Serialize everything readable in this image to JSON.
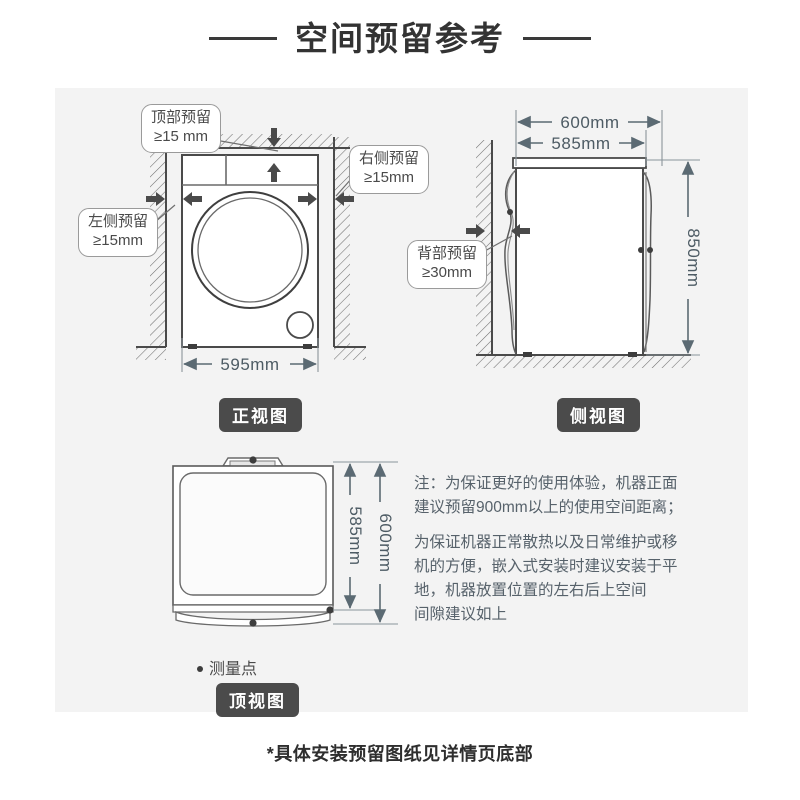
{
  "header": {
    "title": "空间预留参考"
  },
  "front_view": {
    "badge": "正视图",
    "width_dim": "595mm",
    "callouts": {
      "top": {
        "line1": "顶部预留",
        "line2": "≥15 mm"
      },
      "left": {
        "line1": "左侧预留",
        "line2": "≥15mm"
      },
      "right": {
        "line1": "右侧预留",
        "line2": "≥15mm"
      }
    }
  },
  "side_view": {
    "badge": "侧视图",
    "depth_outer_dim": "600mm",
    "depth_inner_dim": "585mm",
    "height_dim": "850mm",
    "callouts": {
      "back": {
        "line1": "背部预留",
        "line2": "≥30mm"
      }
    }
  },
  "top_view": {
    "badge": "顶视图",
    "inner_dim": "585mm",
    "outer_dim": "600mm",
    "legend": "测量点"
  },
  "notes": {
    "paragraph1": "注：为保证更好的使用体验，机器正面\n建议预留900mm以上的使用空间距离；",
    "paragraph2": "为保证机器正常散热以及日常维护或移\n机的方便，嵌入式安装时建议安装于平\n地，机器放置位置的左右后上空间\n间隙建议如上"
  },
  "footer": {
    "text": "*具体安装预留图纸见详情页底部"
  },
  "colors": {
    "panel_bg": "#f3f3f3",
    "line": "#4a4a4a",
    "dim_text": "#4d5b64",
    "badge_bg": "#4b4b4b",
    "title": "#333333"
  }
}
